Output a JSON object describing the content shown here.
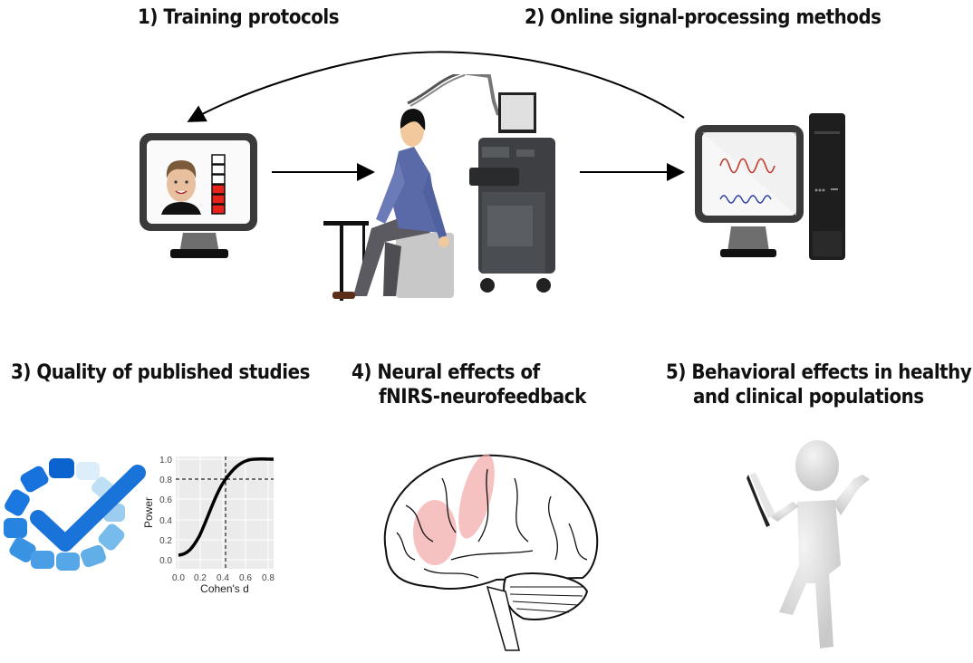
{
  "sections": [
    {
      "id": 1,
      "title": "1) Training protocols"
    },
    {
      "id": 2,
      "title": "2) Online signal-processing methods"
    },
    {
      "id": 3,
      "title": "3) Quality of published studies"
    },
    {
      "id": 4,
      "title_line1": "4) Neural effects of",
      "title_line2": "fNIRS-neurofeedback"
    },
    {
      "id": 5,
      "title_line1": "5) Behavioral effects in healthy",
      "title_line2": "and clinical populations"
    }
  ],
  "icons": {
    "feedback_monitor": "monitor-with-avatar-and-feedback-bar-icon",
    "participant": "seated-participant-with-fnirs-cap-icon",
    "fnirs_device": "fnirs-cart-device-icon",
    "computer": "desktop-computer-with-signals-icon",
    "quality_check": "quality-checkmark-icon",
    "brain": "brain-with-highlighted-regions-icon",
    "person": "3d-person-with-tablet-icon"
  },
  "feedback_bar": {
    "total_segments": 6,
    "filled_segments": 3,
    "fill_color": "#e8231b"
  },
  "colors": {
    "signal_red": "#c0392b",
    "signal_blue": "#2c3e9e",
    "brain_highlight": "#f2a7a7",
    "check_blue": "#1a73d9",
    "shirt_blue": "#5a6aa8"
  },
  "chart_data": {
    "type": "line",
    "title": "",
    "xlabel": "Cohen's d",
    "ylabel": "Power",
    "x_ticks": [
      "0.0",
      "0.2",
      "0.4",
      "0.6",
      "0.8"
    ],
    "y_ticks": [
      "0.0",
      "0.2",
      "0.4",
      "0.6",
      "0.8",
      "1.0"
    ],
    "xlim": [
      0,
      0.85
    ],
    "ylim": [
      0,
      1.0
    ],
    "grid": true,
    "series": [
      {
        "name": "power curve",
        "x": [
          0.0,
          0.1,
          0.2,
          0.3,
          0.4,
          0.5,
          0.6,
          0.7,
          0.8,
          0.85
        ],
        "y": [
          0.05,
          0.12,
          0.3,
          0.56,
          0.8,
          0.93,
          0.98,
          1.0,
          1.0,
          1.0
        ]
      }
    ],
    "reference_lines": [
      {
        "axis": "x",
        "value": 0.42,
        "style": "dashed"
      },
      {
        "axis": "y",
        "value": 0.8,
        "style": "dashed"
      }
    ]
  }
}
